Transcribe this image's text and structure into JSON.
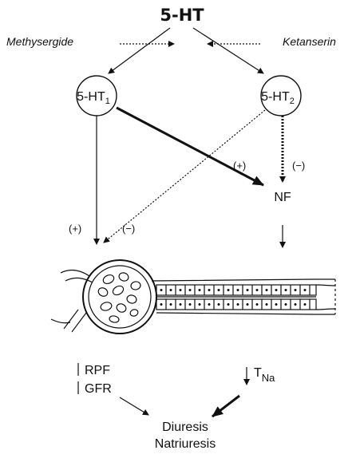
{
  "diagram": {
    "top_node": "5-HT",
    "antagonist_left": "Methysergide",
    "antagonist_right": "Ketanserin",
    "receptor_1": {
      "main": "5-HT",
      "sub": "1"
    },
    "receptor_2": {
      "main": "5-HT",
      "sub": "2"
    },
    "sign_r1_to_nf": "(+)",
    "sign_r2_to_nf": "(−)",
    "sign_left_plus": "(+)",
    "sign_left_minus": "(−)",
    "nf_label": "NF",
    "rpf_label": "RPF",
    "gfr_label": "GFR",
    "tna_main": "T",
    "tna_sub": "Na",
    "outcome_line1": "Diuresis",
    "outcome_line2": "Natriuresis"
  }
}
